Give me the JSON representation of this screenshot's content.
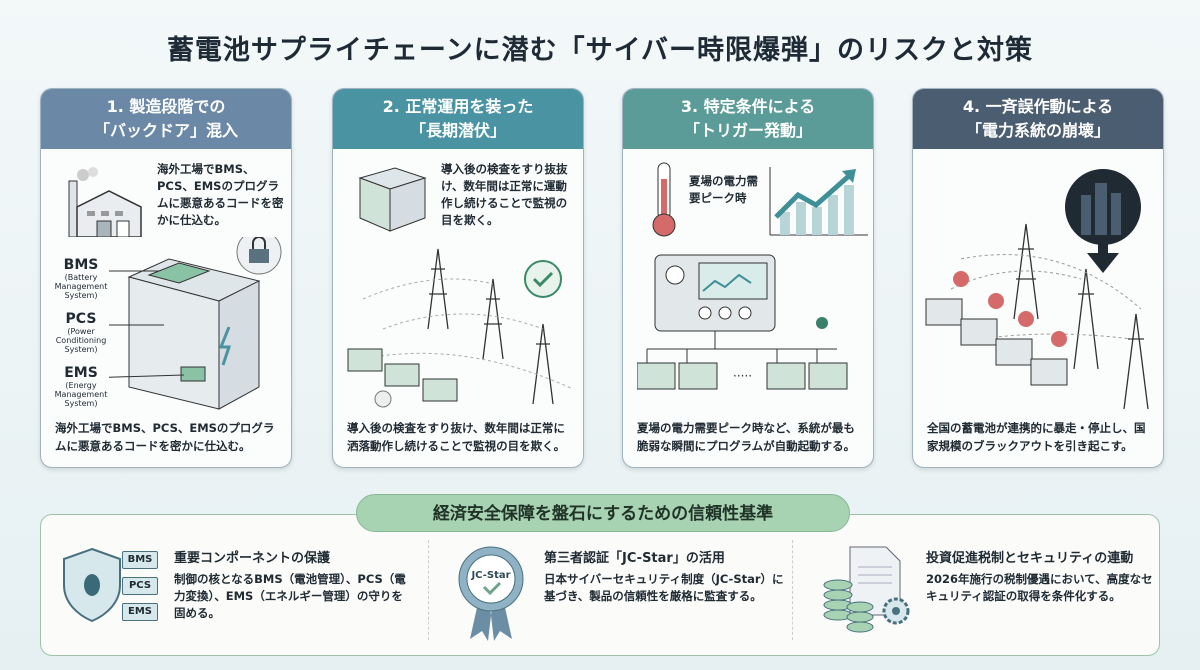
{
  "title": "蓄電池サプライチェーンに潜む「サイバー時限爆弾」のリスクと対策",
  "colors": {
    "card1": "#6b88a6",
    "card2": "#4a93a2",
    "card3": "#5c9c98",
    "card4": "#4b5d71",
    "accent_green": "#a8d3b3"
  },
  "cards": [
    {
      "title_line1": "1. 製造段階での",
      "title_line2": "「バックドア」混入",
      "top_text": "海外工場でBMS、PCS、EMSのプログラムに悪意あるコードを密かに仕込む。",
      "bottom_text": "海外工場でBMS、PCS、EMSのプログラムに悪意あるコードを密かに仕込む。",
      "components": [
        {
          "abbr": "BMS",
          "full": "(Battery Management System)"
        },
        {
          "abbr": "PCS",
          "full": "(Power Conditioning System)"
        },
        {
          "abbr": "EMS",
          "full": "(Energy Management System)"
        }
      ],
      "icons": [
        "factory-icon",
        "battery-cabinet-icon",
        "padlock-bug-icon"
      ]
    },
    {
      "title_line1": "2. 正常運用を装った",
      "title_line2": "「長期潜伏」",
      "top_text": "導入後の検査をすり抜抜け、数年間は正常に運動作し続けることで監視の目を欺く。",
      "bottom_text": "導入後の検査をすり抜け、数年間は正常に洒落動作し続けることで監視の目を欺く。",
      "icons": [
        "battery-icon",
        "power-tower-icon",
        "check-badge-icon",
        "bug-icon"
      ]
    },
    {
      "title_line1": "3. 特定条件による",
      "title_line2": "「トリガー発動」",
      "top_text": "夏場の電力需要ピーク時",
      "bottom_text": "夏場の電力需要ピーク時など、系統が最も脆弱な瞬間にプログラムが自動起動する。",
      "icons": [
        "thermometer-icon",
        "rising-chart-icon",
        "control-panel-icon",
        "bug-icon"
      ]
    },
    {
      "title_line1": "4. 一斉誤作動による",
      "title_line2": "「電力系統の崩壊」",
      "bottom_text": "全国の蓄電池が連携的に暴走・停止し、国家規模のブラックアウトを引き起こす。",
      "icons": [
        "city-down-arrow-icon",
        "power-tower-icon",
        "warning-icon"
      ]
    }
  ],
  "measures": {
    "heading": "経済安全保障を盤石にするための信頼性基準",
    "items": [
      {
        "title": "重要コンポーネントの保護",
        "body": "制御の核となるBMS（電池管理）、PCS（電力変換）、EMS（エネルギー管理）の守りを固める。",
        "tags": [
          "BMS",
          "PCS",
          "EMS"
        ],
        "icon": "shield-bug-icon"
      },
      {
        "title": "第三者認証「JC-Star」の活用",
        "body": "日本サイバーセキュリティ制度（JC-Star）に基づき、製品の信頼性を厳格に監査する。",
        "badge": "JC-Star",
        "icon": "certification-badge-icon"
      },
      {
        "title": "投資促進税制とセキュリティの連動",
        "body": "2026年施行の税制優遇において、高度なセキュリティ認証の取得を条件化する。",
        "icon": "coins-document-gear-icon"
      }
    ]
  }
}
